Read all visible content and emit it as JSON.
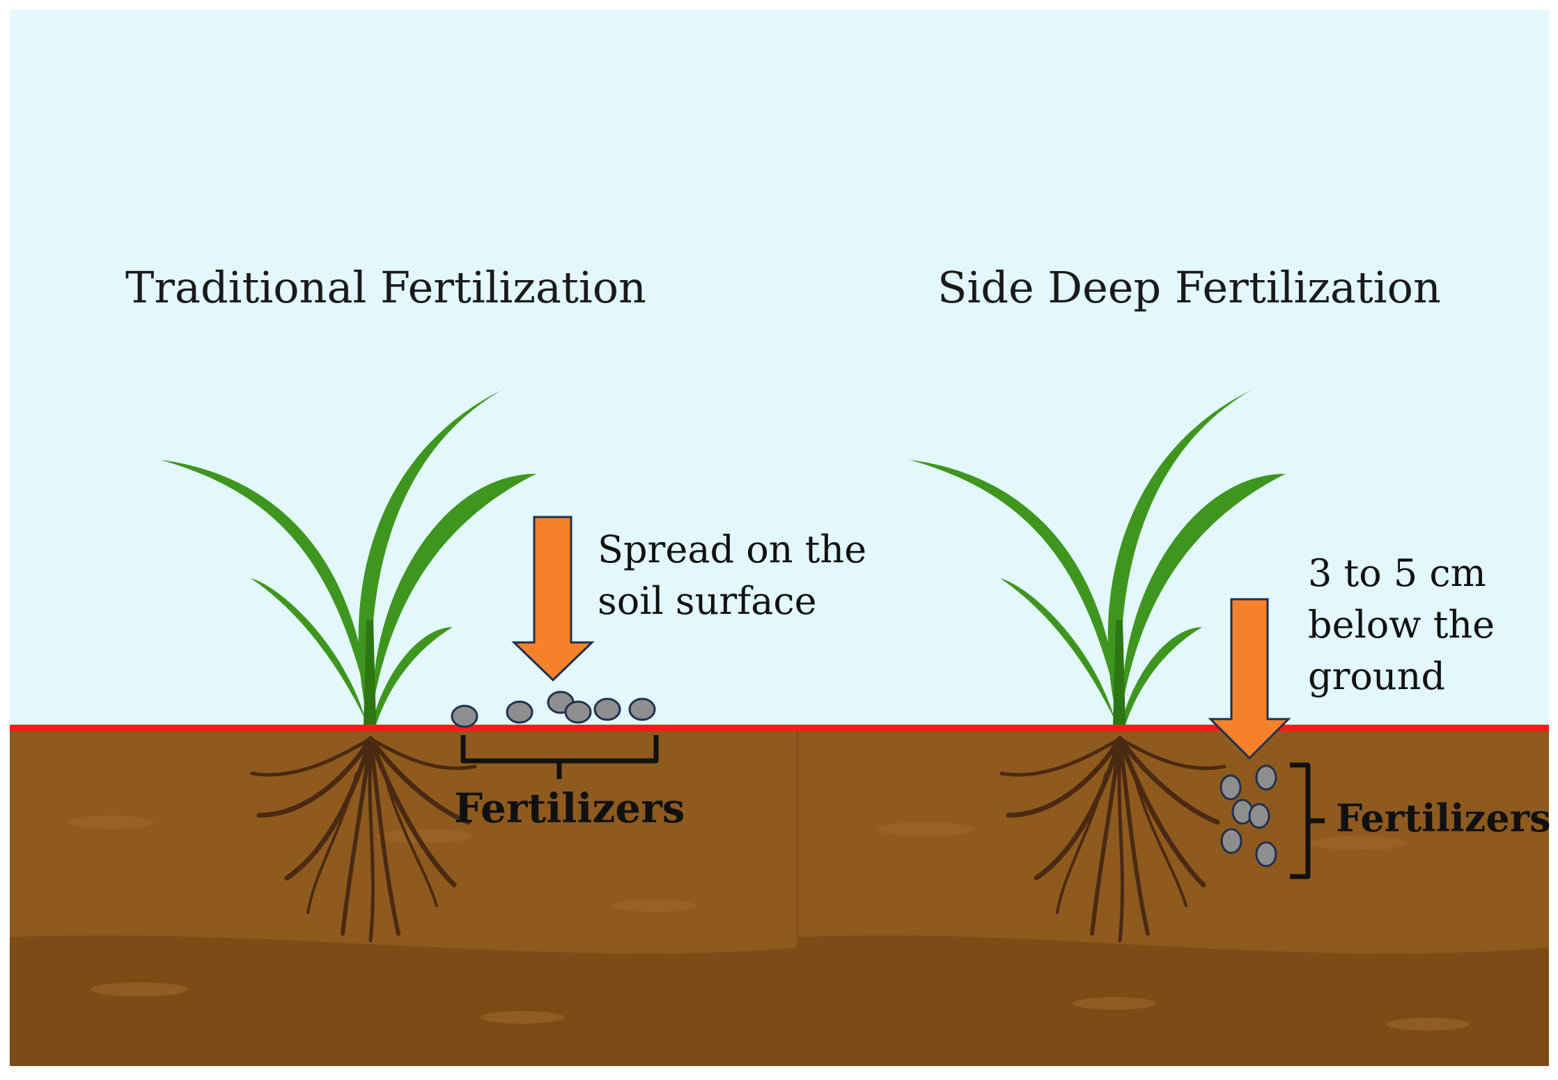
{
  "colors": {
    "sky": "#e2f8fc",
    "soil": "#8e5a1e",
    "soil_dark": "#7c4c17",
    "ground_line": "#ff1a1a",
    "arrow": "#f5822a",
    "granule": "#8e8e8e",
    "granule_stroke": "#1f3050",
    "leaf": "#3f961e",
    "leaf_dark": "#2d7614",
    "root": "#4a2a12"
  },
  "left_panel": {
    "title": "Traditional Fertilization",
    "note_lines": [
      "Spread on the",
      "soil surface"
    ],
    "fertilizer_label": "Fertilizers"
  },
  "right_panel": {
    "title": "Side Deep Fertilization",
    "note_lines": [
      "3 to 5 cm",
      "below the",
      "ground"
    ],
    "fertilizer_label": "Fertilizers"
  }
}
